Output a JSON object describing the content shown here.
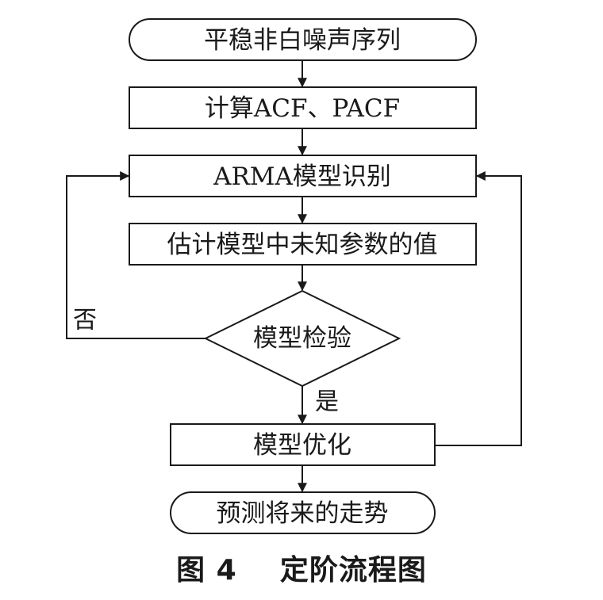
{
  "nodes": {
    "start": "平稳非白噪声序列",
    "acf": "计算ACF、PACF",
    "identify": "ARMA模型识别",
    "estimate": "估计模型中未知参数的值",
    "check": "模型检验",
    "optimize": "模型优化",
    "end": "预测将来的走势"
  },
  "branches": {
    "no": "否",
    "yes": "是"
  },
  "caption": "图 4    定阶流程图"
}
